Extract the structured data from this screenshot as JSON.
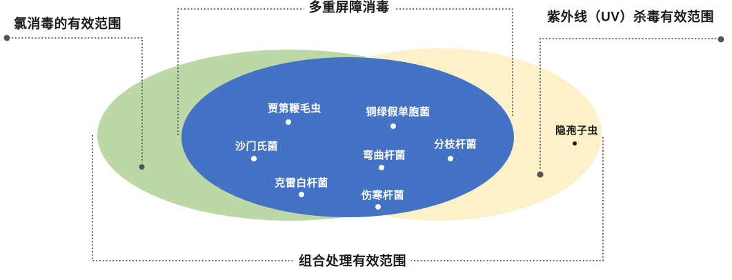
{
  "regions": {
    "chlorine": {
      "label": "氯消毒的有效范围",
      "fill": "#bcd8a6"
    },
    "uv": {
      "label": "紫外线（UV）杀毒有效范围",
      "fill": "#fcf1c9"
    },
    "multi_barrier": {
      "label": "多重屏障消毒",
      "fill": "#4472c4"
    },
    "combined": {
      "label": "组合处理有效范围"
    }
  },
  "organisms": {
    "multi_barrier": [
      {
        "name": "贾第鞭毛虫"
      },
      {
        "name": "铜绿假单胞菌"
      },
      {
        "name": "沙门氏菌"
      },
      {
        "name": "分枝杆菌"
      },
      {
        "name": "弯曲杆菌"
      },
      {
        "name": "克雷白杆菌"
      },
      {
        "name": "伤寒杆菌"
      }
    ],
    "uv_only": [
      {
        "name": "隐孢子虫"
      }
    ]
  },
  "colors": {
    "connector": "#555555",
    "connector_endpoint": "#555555",
    "organism_dot": "#ffffff",
    "uv_only_dot": "#1a1a1a",
    "label_text": "#1a1a1a",
    "organism_text": "#ffffff"
  }
}
